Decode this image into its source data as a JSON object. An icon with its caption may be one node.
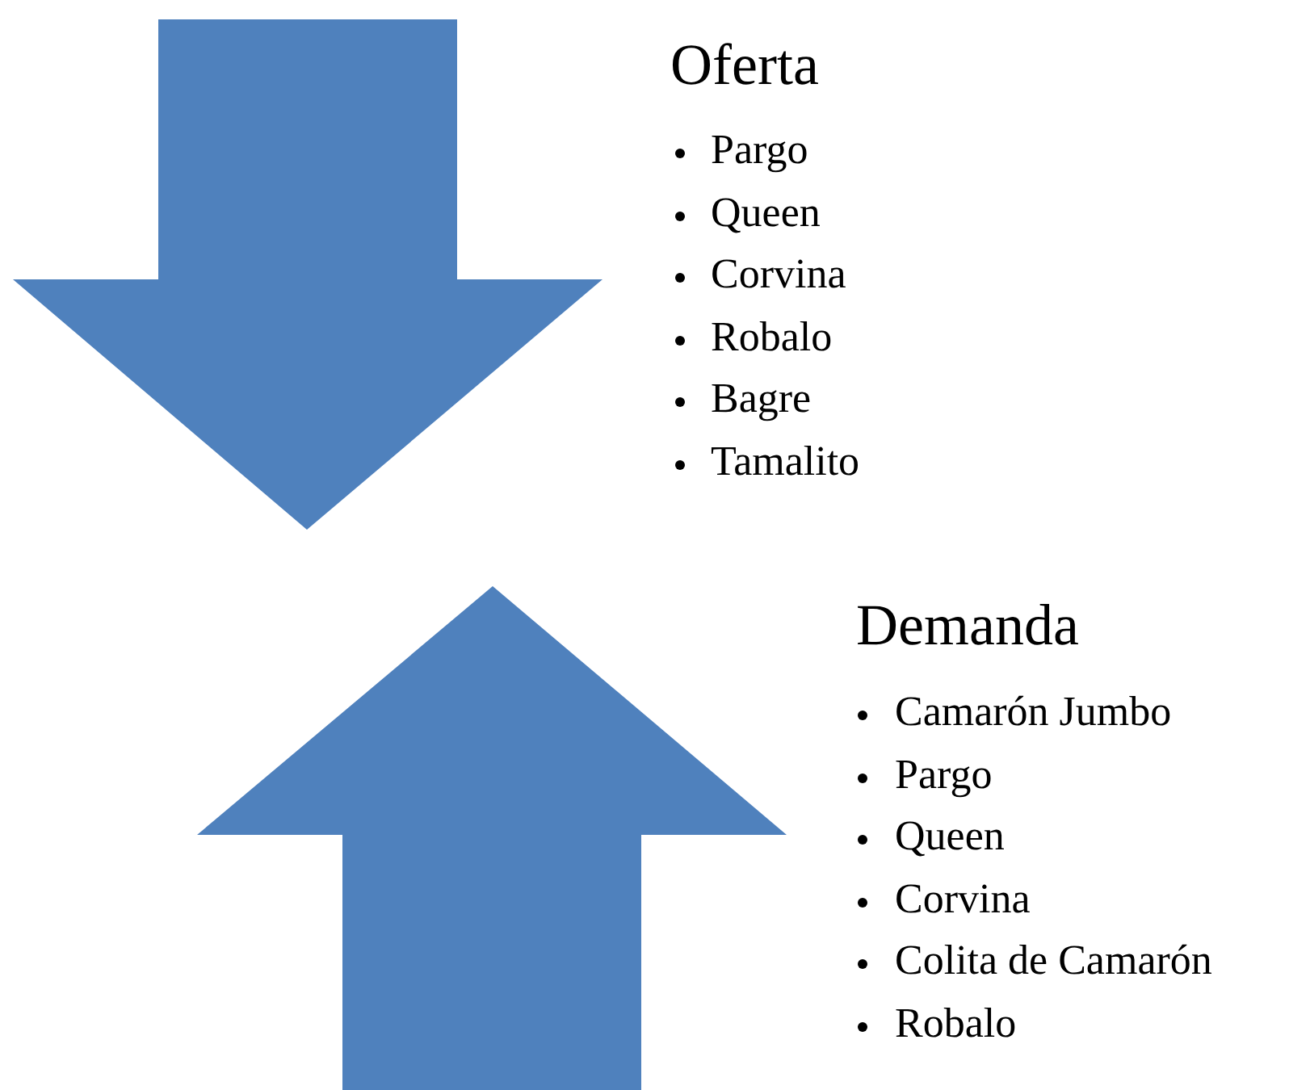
{
  "diagram": {
    "labels": [
      "Oferta",
      "Pargo",
      "Queen",
      "Corvina",
      "Robalo",
      "Bagre",
      "Tamalito",
      "Demanda",
      "Camarón Jumbo",
      "Pargo",
      "Queen",
      "Corvina",
      "Colita de Camarón",
      "Robalo"
    ]
  }
}
